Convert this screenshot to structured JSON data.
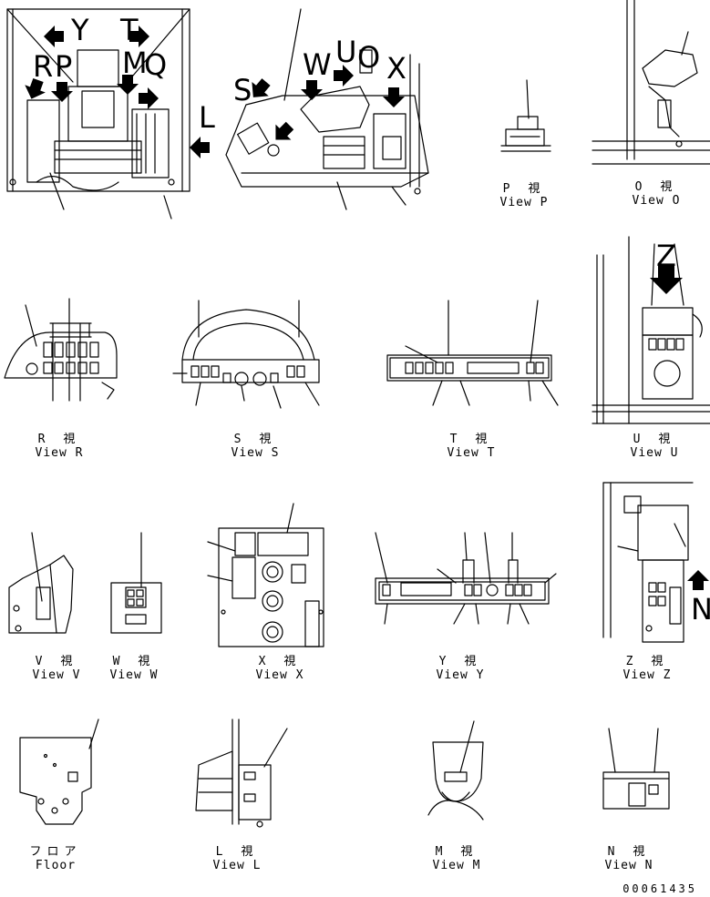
{
  "views": [
    {
      "id": "P",
      "jp": "P 視",
      "en": "View P"
    },
    {
      "id": "O",
      "jp": "O 視",
      "en": "View O"
    },
    {
      "id": "R",
      "jp": "R 視",
      "en": "View R"
    },
    {
      "id": "S",
      "jp": "S 視",
      "en": "View S"
    },
    {
      "id": "T",
      "jp": "T 視",
      "en": "View T"
    },
    {
      "id": "U",
      "jp": "U 視",
      "en": "View U"
    },
    {
      "id": "V",
      "jp": "V 視",
      "en": "View V"
    },
    {
      "id": "W",
      "jp": "W 視",
      "en": "View W"
    },
    {
      "id": "X",
      "jp": "X 視",
      "en": "View X"
    },
    {
      "id": "Y",
      "jp": "Y 視",
      "en": "View Y"
    },
    {
      "id": "Z",
      "jp": "Z 視",
      "en": "View Z"
    },
    {
      "id": "Floor",
      "jp": "フロア",
      "en": "Floor"
    },
    {
      "id": "L",
      "jp": "L 視",
      "en": "View L"
    },
    {
      "id": "M",
      "jp": "M 視",
      "en": "View M"
    },
    {
      "id": "N",
      "jp": "N 視",
      "en": "View N"
    }
  ],
  "arrow_letters": {
    "y": "Y",
    "t": "T",
    "r": "R",
    "p": "P",
    "m": "M",
    "q": "Q",
    "l": "L",
    "s": "S",
    "w": "W",
    "u": "U",
    "o": "O",
    "x": "X",
    "z": "Z",
    "n": "N"
  },
  "part_number": "00061435"
}
